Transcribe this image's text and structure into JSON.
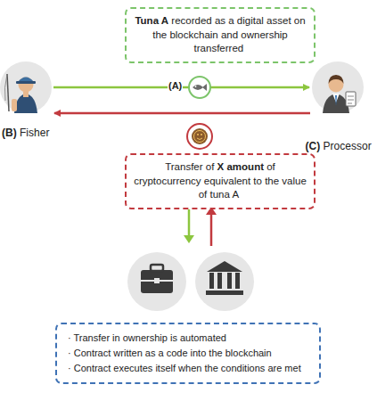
{
  "diagram": {
    "nodes": [
      {
        "text": [
          "Tuna A",
          "recorded as a digital asset on the blockchain and ownership transferred"
        ]
      },
      {
        "text": [
          "(B)",
          "Fisher"
        ]
      },
      {
        "text": [
          "(A)"
        ]
      },
      {
        "text": [
          "(C)",
          "Processor"
        ]
      },
      {
        "text": [
          "Transfer of",
          "X amount",
          "of cryptocurrency equivalent to the value of tuna A"
        ]
      },
      {
        "text": [
          "· Transfer in ownership is automated",
          "· Contract written as a code into the blockchain",
          "· Contract executes itself when the conditions are met"
        ]
      }
    ],
    "edges": [
      {
        "from": 1,
        "to": 3,
        "arrow": "to"
      },
      {
        "from": 3,
        "to": 1,
        "arrow": "to"
      }
    ]
  }
}
